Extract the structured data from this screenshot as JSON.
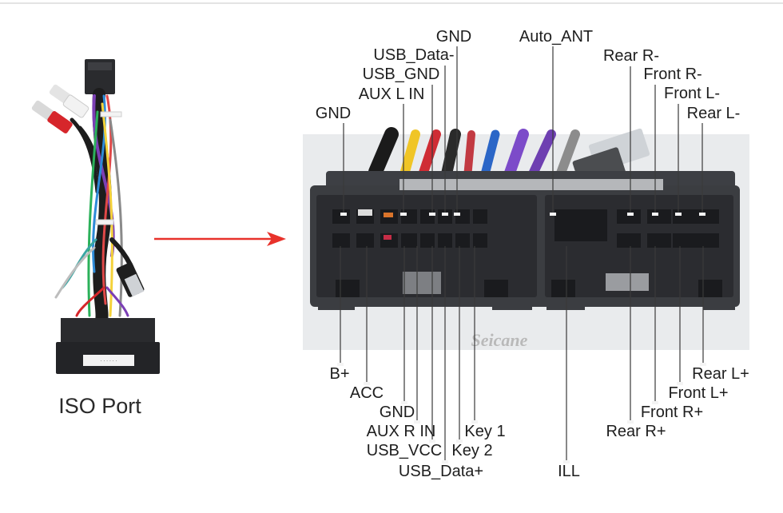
{
  "port_label": "ISO Port",
  "brand": "Seicane",
  "colors": {
    "arrow": "#e8322b",
    "leader": "#3a3a3a",
    "connector": "#3b3d41",
    "photo_bg": "#e9ebed"
  },
  "top_labels": [
    {
      "id": "gnd-top-left",
      "text": "GND"
    },
    {
      "id": "aux-l-in",
      "text": "AUX L IN"
    },
    {
      "id": "usb-gnd",
      "text": "USB_GND"
    },
    {
      "id": "usb-data-minus",
      "text": "USB_Data-"
    },
    {
      "id": "gnd-top",
      "text": "GND"
    },
    {
      "id": "auto-ant",
      "text": "Auto_ANT"
    },
    {
      "id": "rear-r-minus",
      "text": "Rear R-"
    },
    {
      "id": "front-r-minus",
      "text": "Front R-"
    },
    {
      "id": "front-l-minus",
      "text": "Front L-"
    },
    {
      "id": "rear-l-minus",
      "text": "Rear L-"
    }
  ],
  "bottom_labels": [
    {
      "id": "b-plus",
      "text": "B+"
    },
    {
      "id": "acc",
      "text": "ACC"
    },
    {
      "id": "gnd-bottom",
      "text": "GND"
    },
    {
      "id": "aux-r-in",
      "text": "AUX R IN"
    },
    {
      "id": "usb-vcc",
      "text": "USB_VCC"
    },
    {
      "id": "usb-data-plus",
      "text": "USB_Data+"
    },
    {
      "id": "key-2",
      "text": "Key 2"
    },
    {
      "id": "key-1",
      "text": "Key 1"
    },
    {
      "id": "ill",
      "text": "ILL"
    },
    {
      "id": "rear-r-plus",
      "text": "Rear R+"
    },
    {
      "id": "front-r-plus",
      "text": "Front R+"
    },
    {
      "id": "front-l-plus",
      "text": "Front L+"
    },
    {
      "id": "rear-l-plus",
      "text": "Rear L+"
    }
  ]
}
